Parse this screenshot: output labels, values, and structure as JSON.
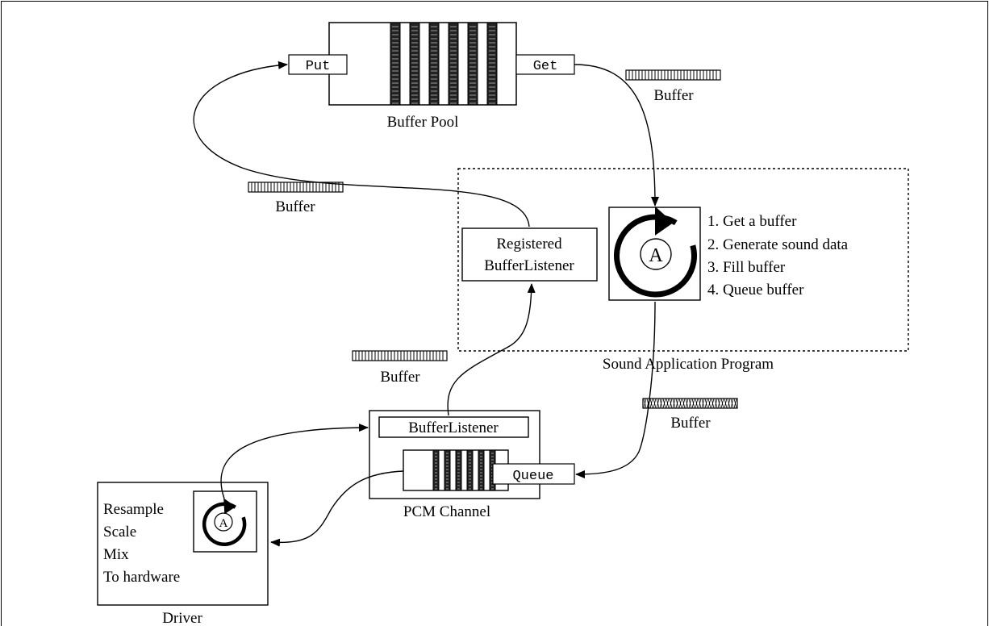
{
  "diagram": {
    "buffer_pool": {
      "caption": "Buffer Pool",
      "put_label": "Put",
      "get_label": "Get"
    },
    "buffer_labels": [
      "Buffer",
      "Buffer",
      "Buffer",
      "Buffer"
    ],
    "application": {
      "caption": "Sound Application Program",
      "listener_line1": "Registered",
      "listener_line2": "BufferListener",
      "thread_glyph": "A",
      "steps": [
        "1. Get a buffer",
        "2. Generate sound data",
        "3. Fill buffer",
        "4. Queue buffer"
      ]
    },
    "pcm_channel": {
      "caption": "PCM Channel",
      "listener_label": "BufferListener",
      "queue_label": "Queue"
    },
    "driver": {
      "caption": "Driver",
      "thread_glyph": "A",
      "steps": [
        "Resample",
        "Scale",
        "Mix",
        "To hardware"
      ]
    }
  }
}
